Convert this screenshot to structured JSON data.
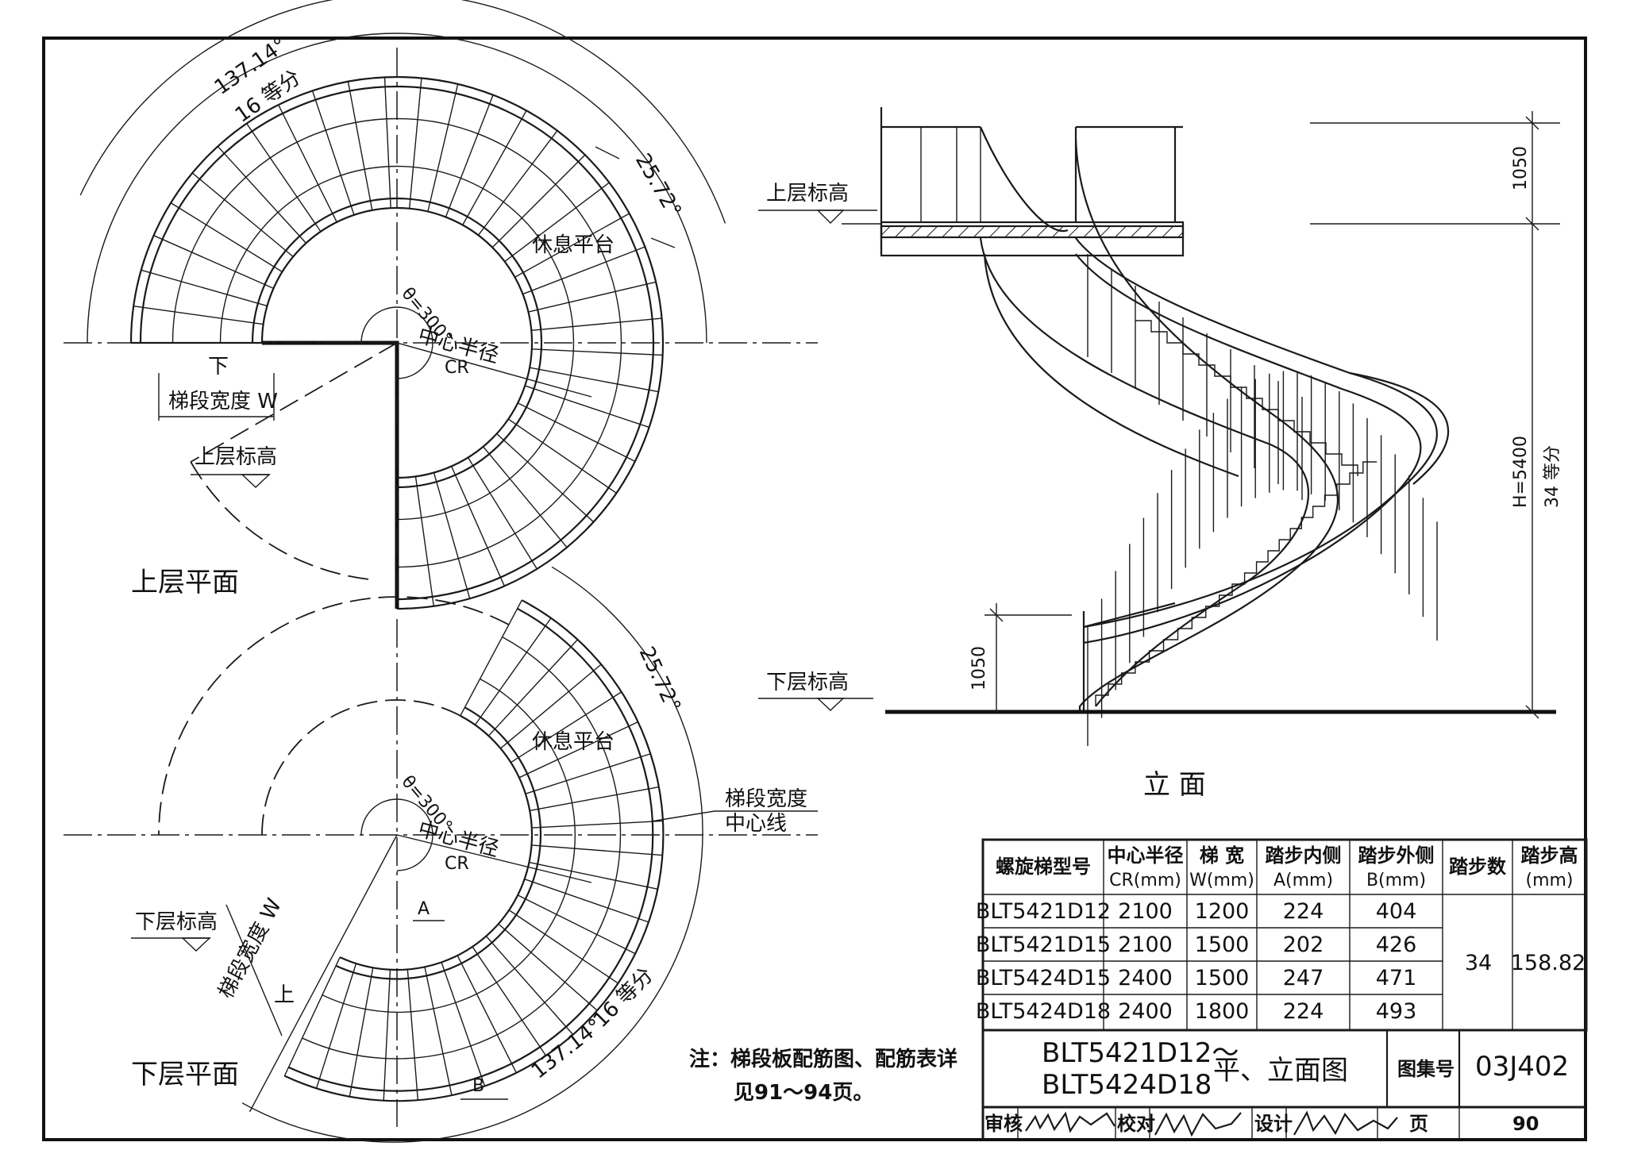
{
  "plan_upper": {
    "title": "上层平面",
    "arc_angle": "137.14°",
    "arc_division": "16 等分",
    "step_angle": "25.72°",
    "landing": "休息平台",
    "theta": "θ=300°",
    "center_radius": "中心半径",
    "cr": "CR",
    "down": "下",
    "width_label": "梯段宽度 W",
    "level_label": "上层标高"
  },
  "plan_lower": {
    "title": "下层平面",
    "arc_angle": "137.14°",
    "arc_division": "16 等分",
    "step_angle": "25.72°",
    "landing": "休息平台",
    "theta": "θ=300°",
    "center_radius": "中心半径",
    "cr": "CR",
    "up": "上",
    "width_label": "梯段宽度 W",
    "level_label": "下层标高",
    "centerline_label_1": "梯段宽度",
    "centerline_label_2": "中心线",
    "dim_a": "A",
    "dim_b": "B"
  },
  "elevation": {
    "title": "立  面",
    "upper_level": "上层标高",
    "lower_level": "下层标高",
    "dim_top": "1050",
    "dim_bottom": "1050",
    "dim_height": "H=5400",
    "dim_division": "34 等分"
  },
  "table": {
    "headers": [
      {
        "l1": "螺旋梯型号",
        "l2": ""
      },
      {
        "l1": "中心半径",
        "l2": "CR(mm)"
      },
      {
        "l1": "梯 宽",
        "l2": "W(mm)"
      },
      {
        "l1": "踏步内侧",
        "l2": "A(mm)"
      },
      {
        "l1": "踏步外侧",
        "l2": "B(mm)"
      },
      {
        "l1": "踏步数",
        "l2": ""
      },
      {
        "l1": "踏步高",
        "l2": "(mm)"
      }
    ],
    "rows": [
      [
        "BLT5421D12",
        "2100",
        "1200",
        "224",
        "404"
      ],
      [
        "BLT5421D15",
        "2100",
        "1500",
        "202",
        "426"
      ],
      [
        "BLT5424D15",
        "2400",
        "1500",
        "247",
        "471"
      ],
      [
        "BLT5424D18",
        "2400",
        "1800",
        "224",
        "493"
      ]
    ],
    "step_count": "34",
    "step_height": "158.82"
  },
  "note": {
    "line1": "注：梯段板配筋图、配筋表详",
    "line2": "见91～94页。"
  },
  "titleblock": {
    "code_line1": "BLT5421D12～",
    "code_line2": "BLT5424D18",
    "drawing_name": "平、立面图",
    "atlas_label": "图集号",
    "atlas_number": "03J402",
    "review_label": "审核",
    "check_label": "校对",
    "design_label": "设计",
    "page_label": "页",
    "page_number": "90"
  }
}
